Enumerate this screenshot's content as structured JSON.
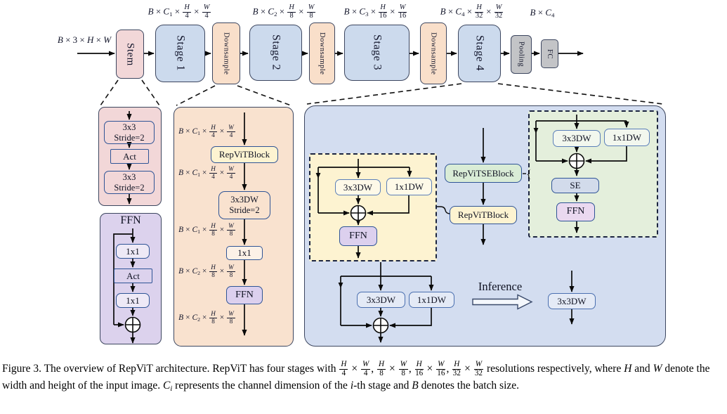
{
  "pipeline": {
    "input_dim": [
      {
        "t": "it",
        "v": "B"
      },
      {
        "t": "tx",
        "v": " × 3 × "
      },
      {
        "t": "it",
        "v": "H"
      },
      {
        "t": "tx",
        "v": " × "
      },
      {
        "t": "it",
        "v": "W"
      }
    ],
    "nodes": [
      {
        "label": "Stem"
      },
      {
        "label": "Stage 1"
      },
      {
        "label": "Downsample"
      },
      {
        "label": "Stage 2"
      },
      {
        "label": "Downsample"
      },
      {
        "label": "Stage 3"
      },
      {
        "label": "Downsample"
      },
      {
        "label": "Stage 4"
      },
      {
        "label": "Pooling"
      },
      {
        "label": "FC"
      }
    ],
    "top_dims": [
      {
        "segments": [
          {
            "t": "it",
            "v": "B"
          },
          {
            "t": "tx",
            "v": " × "
          },
          {
            "t": "it",
            "v": "C"
          },
          {
            "t": "sub",
            "v": "1"
          },
          {
            "t": "tx",
            "v": " × "
          },
          {
            "t": "fr",
            "n": "H",
            "d": "4"
          },
          {
            "t": "tx",
            "v": " × "
          },
          {
            "t": "fr",
            "n": "W",
            "d": "4"
          }
        ]
      },
      {
        "segments": [
          {
            "t": "it",
            "v": "B"
          },
          {
            "t": "tx",
            "v": " × "
          },
          {
            "t": "it",
            "v": "C"
          },
          {
            "t": "sub",
            "v": "2"
          },
          {
            "t": "tx",
            "v": " × "
          },
          {
            "t": "fr",
            "n": "H",
            "d": "8"
          },
          {
            "t": "tx",
            "v": " × "
          },
          {
            "t": "fr",
            "n": "W",
            "d": "8"
          }
        ]
      },
      {
        "segments": [
          {
            "t": "it",
            "v": "B"
          },
          {
            "t": "tx",
            "v": " × "
          },
          {
            "t": "it",
            "v": "C"
          },
          {
            "t": "sub",
            "v": "3"
          },
          {
            "t": "tx",
            "v": " × "
          },
          {
            "t": "fr",
            "n": "H",
            "d": "16"
          },
          {
            "t": "tx",
            "v": " × "
          },
          {
            "t": "fr",
            "n": "W",
            "d": "16"
          }
        ]
      },
      {
        "segments": [
          {
            "t": "it",
            "v": "B"
          },
          {
            "t": "tx",
            "v": " × "
          },
          {
            "t": "it",
            "v": "C"
          },
          {
            "t": "sub",
            "v": "4"
          },
          {
            "t": "tx",
            "v": " × "
          },
          {
            "t": "fr",
            "n": "H",
            "d": "32"
          },
          {
            "t": "tx",
            "v": " × "
          },
          {
            "t": "fr",
            "n": "W",
            "d": "32"
          }
        ]
      },
      {
        "segments": [
          {
            "t": "it",
            "v": "B"
          },
          {
            "t": "tx",
            "v": " × "
          },
          {
            "t": "it",
            "v": "C"
          },
          {
            "t": "sub",
            "v": "4"
          }
        ]
      }
    ]
  },
  "stem_detail": {
    "conv_top_line1": "3x3",
    "conv_top_line2": "Stride=2",
    "act": "Act",
    "conv_bottom_line1": "3x3",
    "conv_bottom_line2": "Stride=2"
  },
  "ffn_detail": {
    "title": "FFN",
    "conv1": "1x1",
    "act": "Act",
    "conv2": "1x1"
  },
  "downsample_detail": {
    "dims": [
      {
        "segments": [
          {
            "t": "it",
            "v": "B"
          },
          {
            "t": "tx",
            "v": " × "
          },
          {
            "t": "it",
            "v": "C"
          },
          {
            "t": "sub",
            "v": "1"
          },
          {
            "t": "tx",
            "v": " × "
          },
          {
            "t": "fr",
            "n": "H",
            "d": "4"
          },
          {
            "t": "tx",
            "v": " × "
          },
          {
            "t": "fr",
            "n": "W",
            "d": "4"
          }
        ]
      },
      {
        "segments": [
          {
            "t": "it",
            "v": "B"
          },
          {
            "t": "tx",
            "v": " × "
          },
          {
            "t": "it",
            "v": "C"
          },
          {
            "t": "sub",
            "v": "1"
          },
          {
            "t": "tx",
            "v": " × "
          },
          {
            "t": "fr",
            "n": "H",
            "d": "4"
          },
          {
            "t": "tx",
            "v": " × "
          },
          {
            "t": "fr",
            "n": "W",
            "d": "4"
          }
        ]
      },
      {
        "segments": [
          {
            "t": "it",
            "v": "B"
          },
          {
            "t": "tx",
            "v": " × "
          },
          {
            "t": "it",
            "v": "C"
          },
          {
            "t": "sub",
            "v": "1"
          },
          {
            "t": "tx",
            "v": " × "
          },
          {
            "t": "fr",
            "n": "H",
            "d": "8"
          },
          {
            "t": "tx",
            "v": " × "
          },
          {
            "t": "fr",
            "n": "W",
            "d": "8"
          }
        ]
      },
      {
        "segments": [
          {
            "t": "it",
            "v": "B"
          },
          {
            "t": "tx",
            "v": " × "
          },
          {
            "t": "it",
            "v": "C"
          },
          {
            "t": "sub",
            "v": "2"
          },
          {
            "t": "tx",
            "v": " × "
          },
          {
            "t": "fr",
            "n": "H",
            "d": "8"
          },
          {
            "t": "tx",
            "v": " × "
          },
          {
            "t": "fr",
            "n": "W",
            "d": "8"
          }
        ]
      },
      {
        "segments": [
          {
            "t": "it",
            "v": "B"
          },
          {
            "t": "tx",
            "v": " × "
          },
          {
            "t": "it",
            "v": "C"
          },
          {
            "t": "sub",
            "v": "2"
          },
          {
            "t": "tx",
            "v": " × "
          },
          {
            "t": "fr",
            "n": "H",
            "d": "8"
          },
          {
            "t": "tx",
            "v": " × "
          },
          {
            "t": "fr",
            "n": "W",
            "d": "8"
          }
        ]
      }
    ],
    "repvit_block": "RepViTBlock",
    "dw_line1": "3x3DW",
    "dw_line2": "Stride=2",
    "conv": "1x1",
    "ffn": "FFN"
  },
  "stage4_detail": {
    "repvitse_block": "RepViTSEBlock",
    "repvit_block": "RepViTBlock",
    "train_block": {
      "dw3": "3x3DW",
      "dw1": "1x1DW",
      "ffn": "FFN"
    },
    "se_detail": {
      "dw3": "3x3DW",
      "dw1": "1x1DW",
      "se": "SE",
      "ffn": "FFN"
    },
    "reparam": {
      "dw3": "3x3DW",
      "dw1": "1x1DW",
      "inference": "Inference",
      "merged_dw3": "3x3DW"
    }
  },
  "caption": {
    "segments": [
      {
        "t": "tx",
        "v": "Figure 3. The overview of RepViT architecture. RepViT has four stages with "
      },
      {
        "t": "fr",
        "n": "H",
        "d": "4"
      },
      {
        "t": "tx",
        "v": " × "
      },
      {
        "t": "fr",
        "n": "W",
        "d": "4"
      },
      {
        "t": "tx",
        "v": ", "
      },
      {
        "t": "fr",
        "n": "H",
        "d": "8"
      },
      {
        "t": "tx",
        "v": " × "
      },
      {
        "t": "fr",
        "n": "W",
        "d": "8"
      },
      {
        "t": "tx",
        "v": ", "
      },
      {
        "t": "fr",
        "n": "H",
        "d": "16"
      },
      {
        "t": "tx",
        "v": " × "
      },
      {
        "t": "fr",
        "n": "W",
        "d": "16"
      },
      {
        "t": "tx",
        "v": ", "
      },
      {
        "t": "fr",
        "n": "H",
        "d": "32"
      },
      {
        "t": "tx",
        "v": " × "
      },
      {
        "t": "fr",
        "n": "W",
        "d": "32"
      },
      {
        "t": "tx",
        "v": " resolutions respectively, where "
      },
      {
        "t": "it",
        "v": "H"
      },
      {
        "t": "tx",
        "v": " and "
      },
      {
        "t": "it",
        "v": "W"
      },
      {
        "t": "tx",
        "v": " denote the width and height of the input image. "
      },
      {
        "t": "it",
        "v": "C"
      },
      {
        "t": "subi",
        "v": "i"
      },
      {
        "t": "tx",
        "v": " represents the channel dimension of the "
      },
      {
        "t": "it",
        "v": "i"
      },
      {
        "t": "tx",
        "v": "-th stage and "
      },
      {
        "t": "it",
        "v": "B"
      },
      {
        "t": "tx",
        "v": " denotes the batch size."
      }
    ]
  },
  "colors": {
    "stem_pink": "#f2d7d8",
    "stage_blue": "#ccdaed",
    "downsample_peach": "#f9dfca",
    "pool_gray": "#c3c4c7",
    "stage4_bg": "#d3ddf0",
    "block_yellow": "#fdf3d1",
    "block_green": "#d9ecd6",
    "dashed_green_bg": "#e4efdc",
    "ffn_purple": "#dcd0ee",
    "ffn_pink_purple": "#ead9f0",
    "se_blue": "#d2dbeb",
    "box_border_blue": "#2f5496",
    "line_black": "#0a0a0a"
  }
}
